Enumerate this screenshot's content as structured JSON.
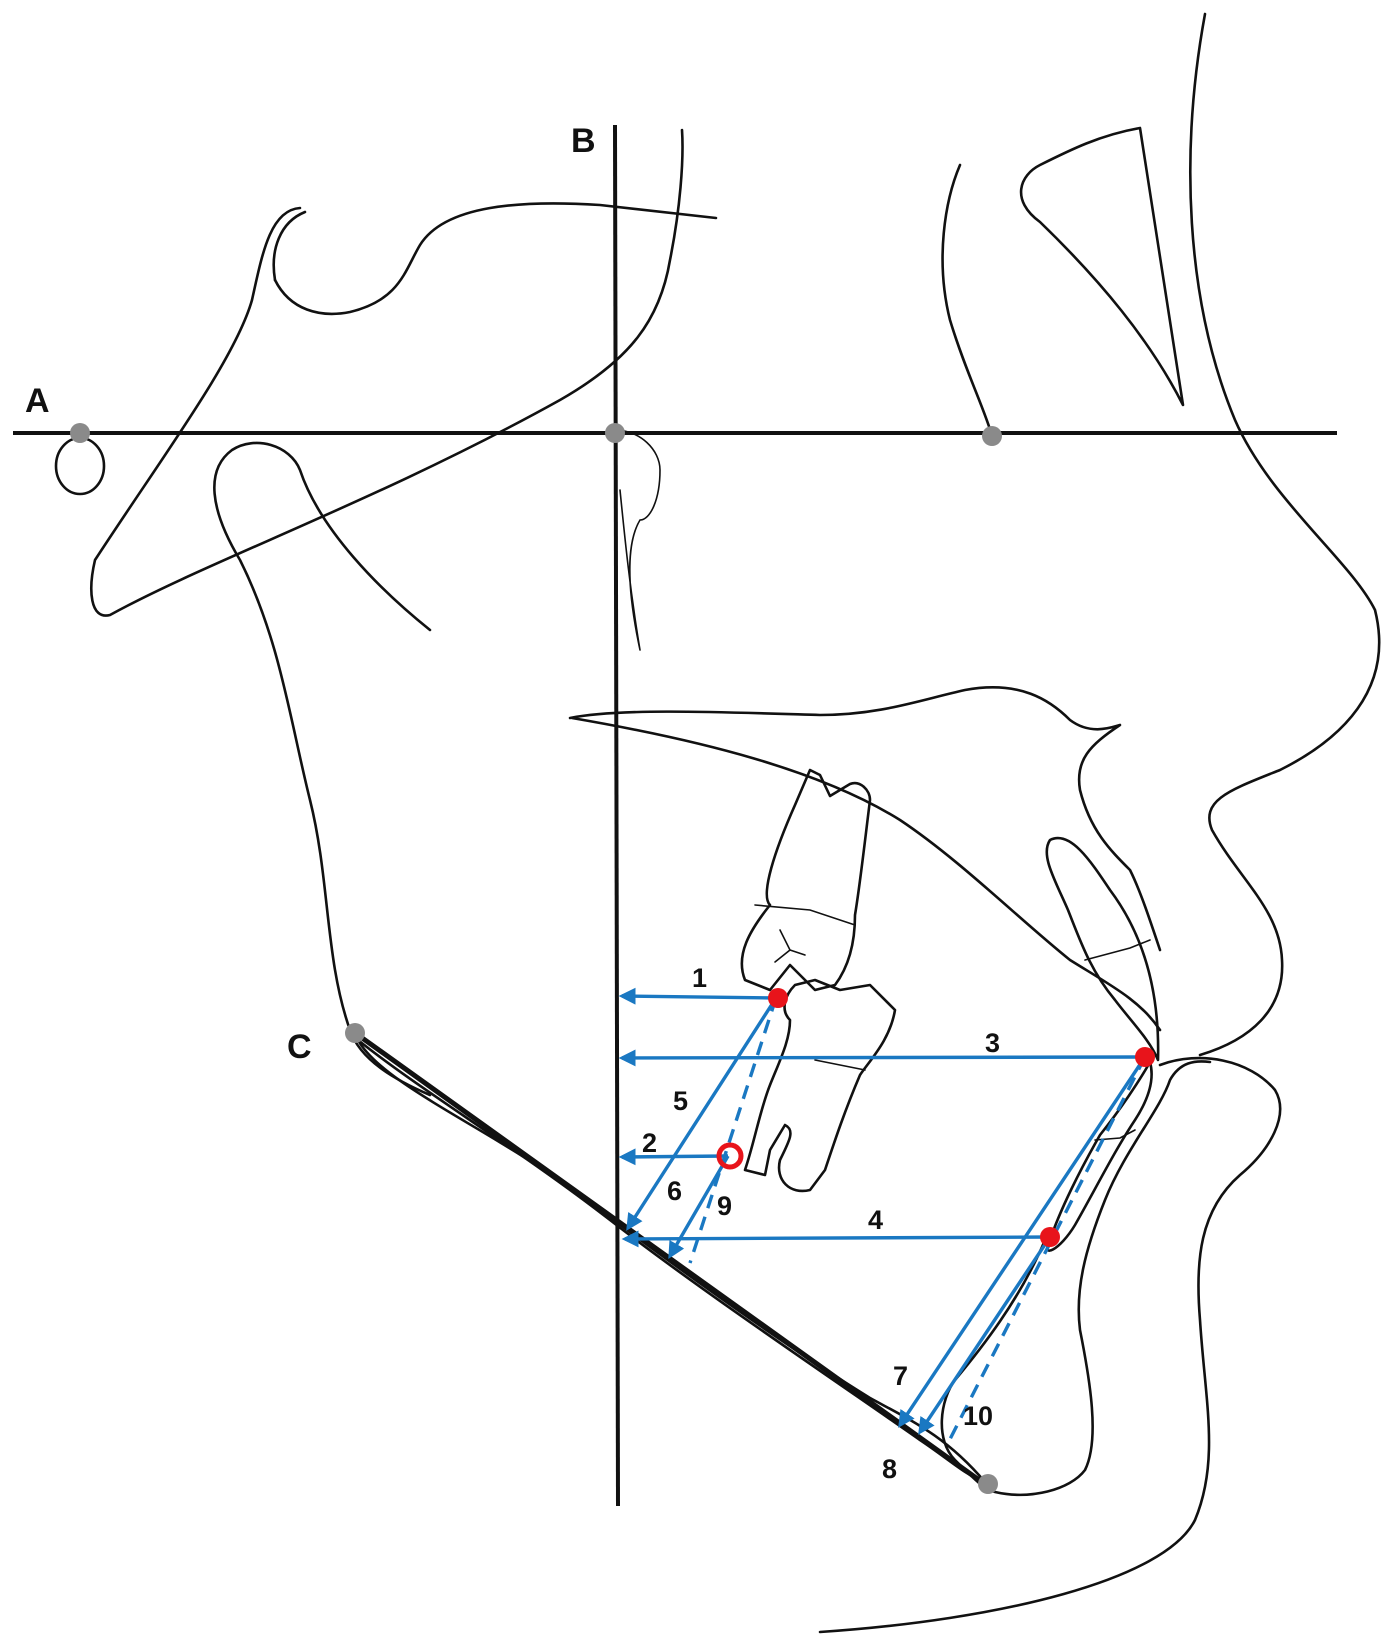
{
  "reference_lines": {
    "horizontal_label": "A",
    "vertical_label": "B",
    "mandibular_label": "C"
  },
  "measurements": [
    {
      "id": "1",
      "label": "1",
      "style": "solid"
    },
    {
      "id": "2",
      "label": "2",
      "style": "solid"
    },
    {
      "id": "3",
      "label": "3",
      "style": "solid"
    },
    {
      "id": "4",
      "label": "4",
      "style": "solid"
    },
    {
      "id": "5",
      "label": "5",
      "style": "solid"
    },
    {
      "id": "6",
      "label": "6",
      "style": "solid"
    },
    {
      "id": "7",
      "label": "7",
      "style": "solid"
    },
    {
      "id": "8",
      "label": "8",
      "style": "solid"
    },
    {
      "id": "9",
      "label": "9",
      "style": "dashed"
    },
    {
      "id": "10",
      "label": "10",
      "style": "dashed"
    }
  ],
  "colors": {
    "outline": "#111111",
    "measurement": "#1a78c2",
    "tooth_landmark": "#e8141b",
    "reference_point": "#8a8a8a"
  }
}
